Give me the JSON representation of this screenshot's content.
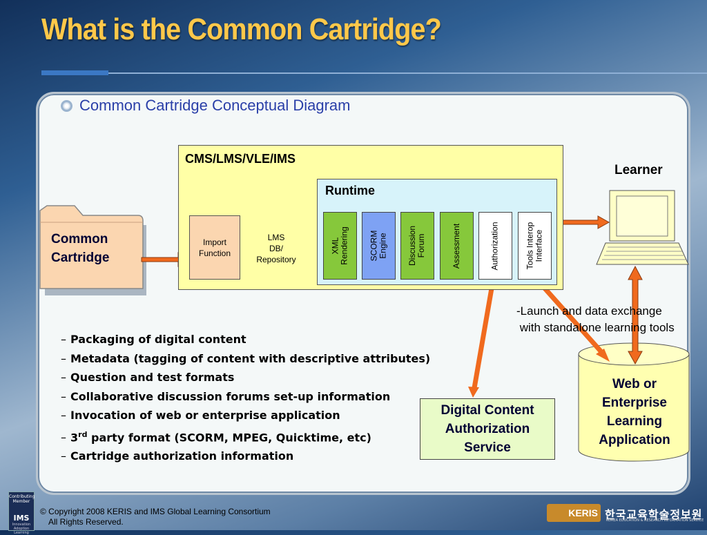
{
  "slide": {
    "title": "What is the Common Cartridge?",
    "subtitle": "Common Cartridge Conceptual Diagram"
  },
  "diagram": {
    "cms_label": "CMS/LMS/VLE/IMS",
    "runtime_label": "Runtime",
    "import_label": "Import\nFunction",
    "lms_db_label": "LMS\nDB/\nRepository",
    "common_cartridge_label": "Common\nCartridge",
    "runtime_modules": [
      {
        "label": "XML\nRendering",
        "color": "#86c83b"
      },
      {
        "label": "SCORM\nEngine",
        "color": "#7ea2f4"
      },
      {
        "label": "Discussion\nForum",
        "color": "#86c83b"
      },
      {
        "label": "Assessment",
        "color": "#86c83b"
      },
      {
        "label": "Authorization",
        "color": "#ffffff"
      },
      {
        "label": "Tools Interop\nInterface",
        "color": "#ffffff"
      }
    ],
    "learner_label": "Learner",
    "launch_text": "-Launch and data exchange\n with standalone learning tools",
    "dca_label": "Digital Content\nAuthorization\nService",
    "web_app_label": "Web or\nEnterprise\nLearning\nApplication",
    "arrow_color": "#f06a1e"
  },
  "features": {
    "dash": "–",
    "items": [
      "Packaging of digital content",
      "Metadata (tagging of content with descriptive attributes)",
      "Question and test formats",
      "Collaborative discussion forums set-up information",
      "Invocation of web or enterprise application"
    ],
    "item6_prefix": "3",
    "item6_sup": "rd",
    "item6_rest": " party format (SCORM, MPEG, Quicktime, etc)",
    "item7": "Cartridge authorization information"
  },
  "footer": {
    "copyright_line1": "© Copyright 2008 KERIS and IMS Global Learning Consortium",
    "copyright_line2": "All Rights Reserved.",
    "ims_logo_top": "Contributing\nMember",
    "ims_logo_text": "IMS",
    "ims_logo_sub": "Innovation\nAdoption\nLearning",
    "keris_logo_text": "KERIS",
    "korean_name": "한국교육학술정보원",
    "korean_sub": "KOREA EDUCATION & RESEARCH INFORMATION SERVICE"
  }
}
